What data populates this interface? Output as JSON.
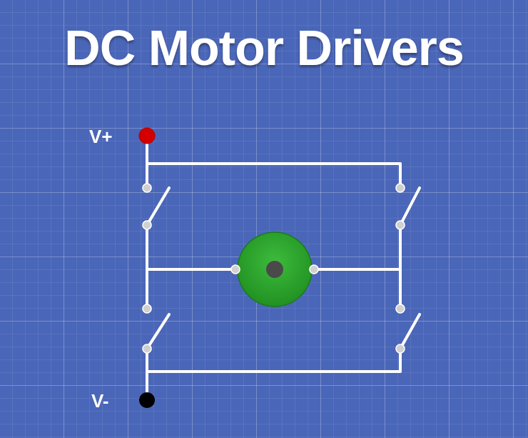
{
  "title": "DC Motor Drivers",
  "labels": {
    "v_plus": "V+",
    "v_minus": "V-"
  },
  "colors": {
    "background": "#4a66b8",
    "wire": "#ffffff",
    "terminal": "#d0d0d0",
    "v_plus_terminal": "#d40000",
    "v_minus_terminal": "#000000",
    "motor_body": "#2fa52f",
    "motor_shaft": "#4a4a4a"
  },
  "icons": {
    "motor": "dc-motor-icon",
    "switch": "switch-icon"
  }
}
